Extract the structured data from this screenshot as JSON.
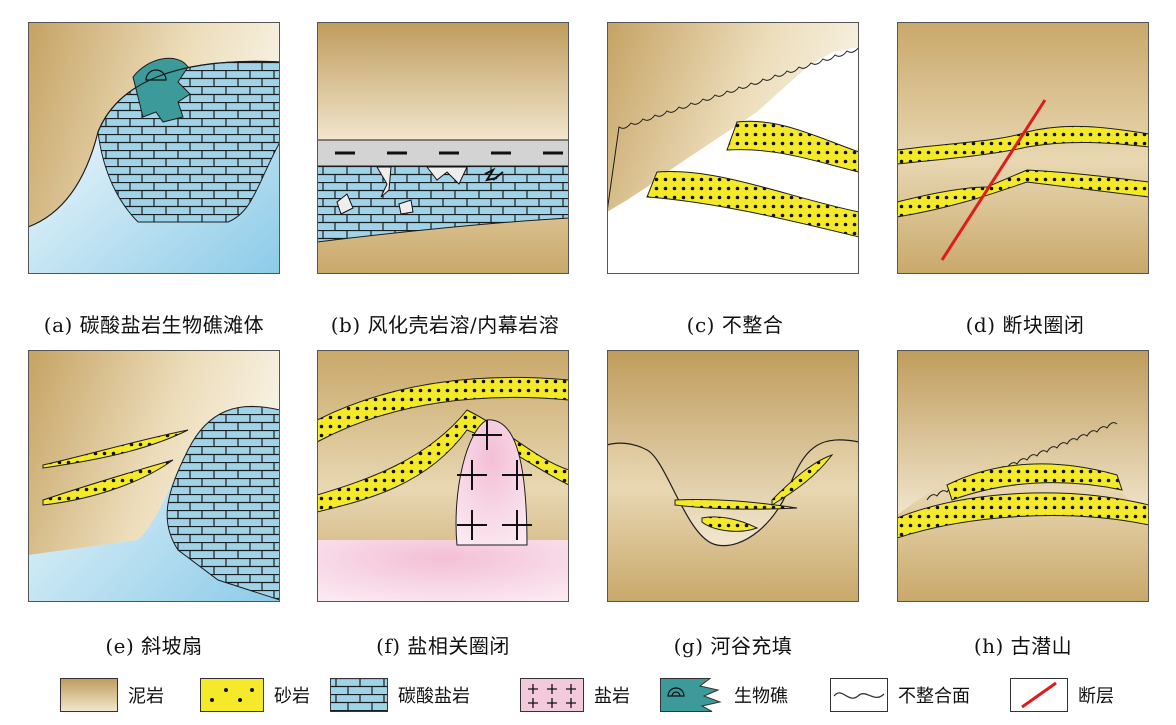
{
  "captions": {
    "a": "(a) 碳酸盐岩生物礁滩体",
    "b": "(b) 风化壳岩溶/内幕岩溶",
    "c": "(c) 不整合",
    "d": "(d) 断块圈闭",
    "e": "(e) 斜坡扇",
    "f": "(f) 盐相关圈闭",
    "g": "(g) 河谷充填",
    "h": "(h) 古潜山"
  },
  "legend": {
    "mudstone": "泥岩",
    "sandstone": "砂岩",
    "carbonate": "碳酸盐岩",
    "salt": "盐岩",
    "reef": "生物礁",
    "unconformity": "不整合面",
    "fault": "断层"
  },
  "colors": {
    "mud": "#c9a86a",
    "sand": "#f5ea2a",
    "carbonate": "#9fd3ea",
    "salt": "#f3c9dc",
    "reef": "#3d9a9a",
    "fault": "#e01b1b"
  }
}
